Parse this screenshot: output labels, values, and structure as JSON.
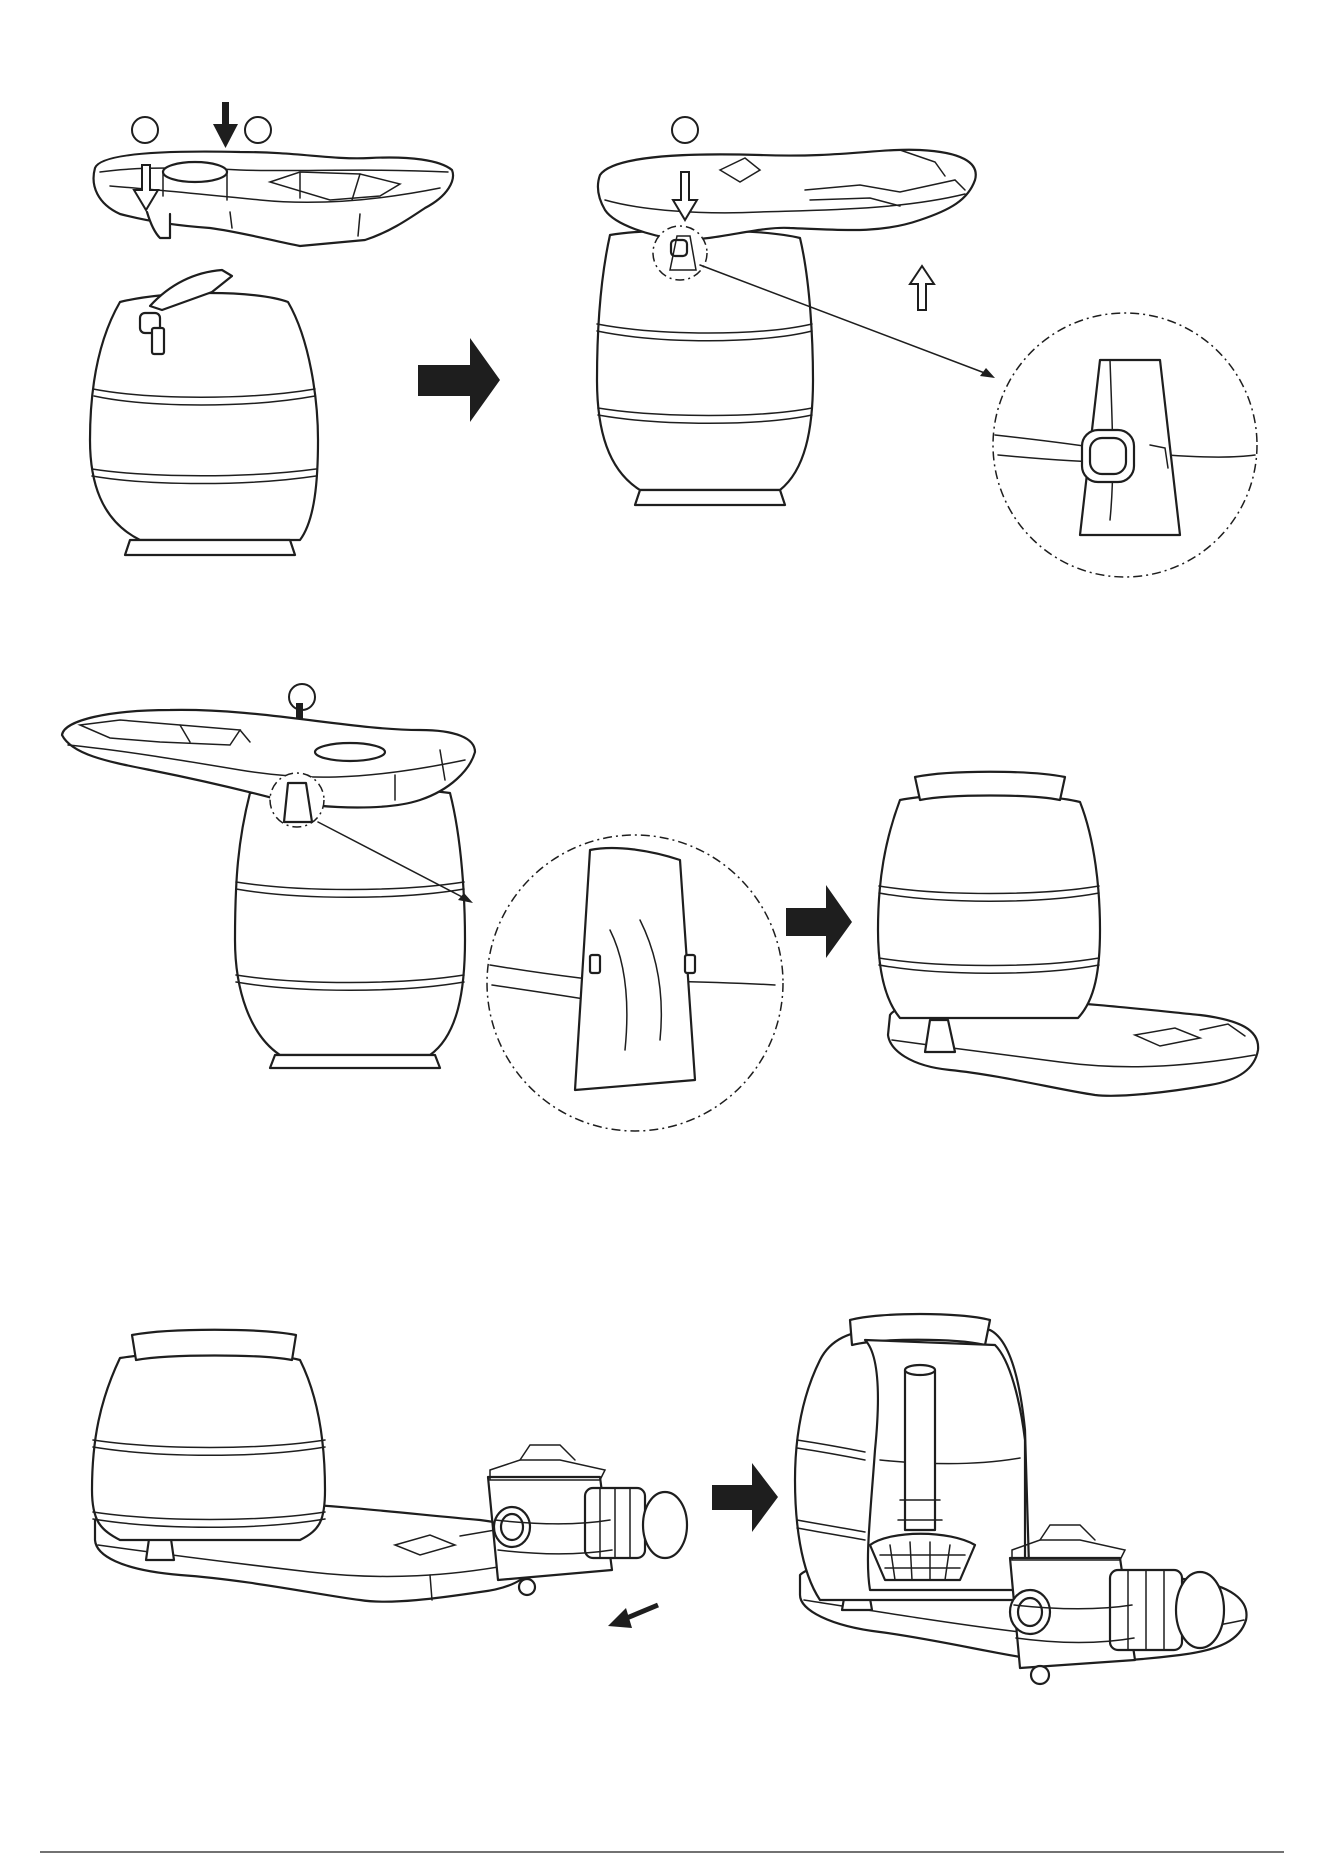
{
  "page": {
    "footer_fineprint": "",
    "colors": {
      "line": "#1e1e1e",
      "background": "#ffffff",
      "arrow": "#1e1e1e"
    }
  },
  "steps": [
    {
      "id": "step-1",
      "description_icons": [
        "base-tray",
        "sand-tank",
        "down-arrow",
        "hollow-down-arrow"
      ]
    },
    {
      "id": "step-2",
      "description_icons": [
        "base-tray-on-tank",
        "detail-zoom-clip",
        "hollow-up-arrow"
      ]
    },
    {
      "id": "step-3",
      "description_icons": [
        "base-on-tank-rotated",
        "detail-zoom-clip",
        "assembled-tank-on-base"
      ]
    },
    {
      "id": "step-4",
      "description_icons": [
        "tank-on-base",
        "pump",
        "assembled-filter-with-pump"
      ]
    }
  ]
}
